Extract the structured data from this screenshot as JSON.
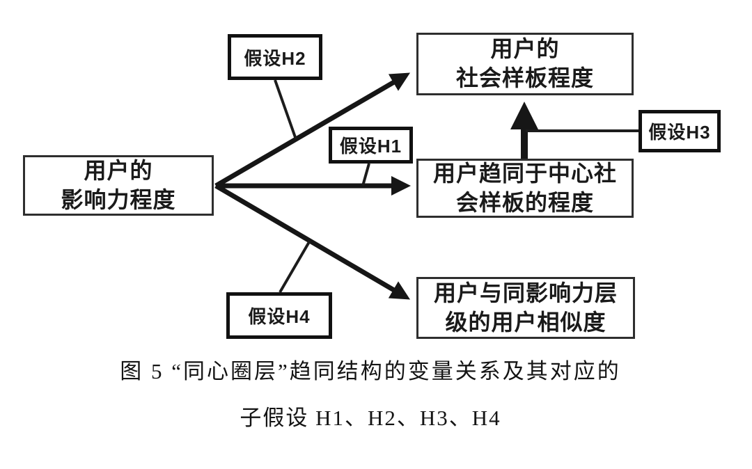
{
  "figure": {
    "nodes": {
      "influence": {
        "line1": "用户的",
        "line2": "影响力程度"
      },
      "social_model": {
        "line1": "用户的",
        "line2": "社会样板程度"
      },
      "convergence": {
        "line1": "用户趋同于中心社",
        "line2": "会样板的程度"
      },
      "similarity": {
        "line1": "用户与同影响力层",
        "line2": "级的用户相似度"
      },
      "h1": {
        "label": "假设H1"
      },
      "h2": {
        "label": "假设H2"
      },
      "h3": {
        "label": "假设H3"
      },
      "h4": {
        "label": "假设H4"
      }
    },
    "edges": [
      {
        "from": "influence",
        "to": "social_model",
        "hypothesis": "假设H2",
        "style": "thick-arrow"
      },
      {
        "from": "influence",
        "to": "convergence",
        "hypothesis": "假设H1",
        "style": "thick-arrow"
      },
      {
        "from": "influence",
        "to": "similarity",
        "hypothesis": "假设H4",
        "style": "thick-arrow"
      },
      {
        "from": "convergence",
        "to": "social_model",
        "hypothesis": "假设H3",
        "style": "thick-arrow"
      }
    ],
    "caption": {
      "line1": "图 5  “同心圈层”趋同结构的变量关系及其对应的",
      "line2": "子假设 H1、H2、H3、H4"
    },
    "colors": {
      "ink": "#161616",
      "background": "#ffffff"
    }
  }
}
